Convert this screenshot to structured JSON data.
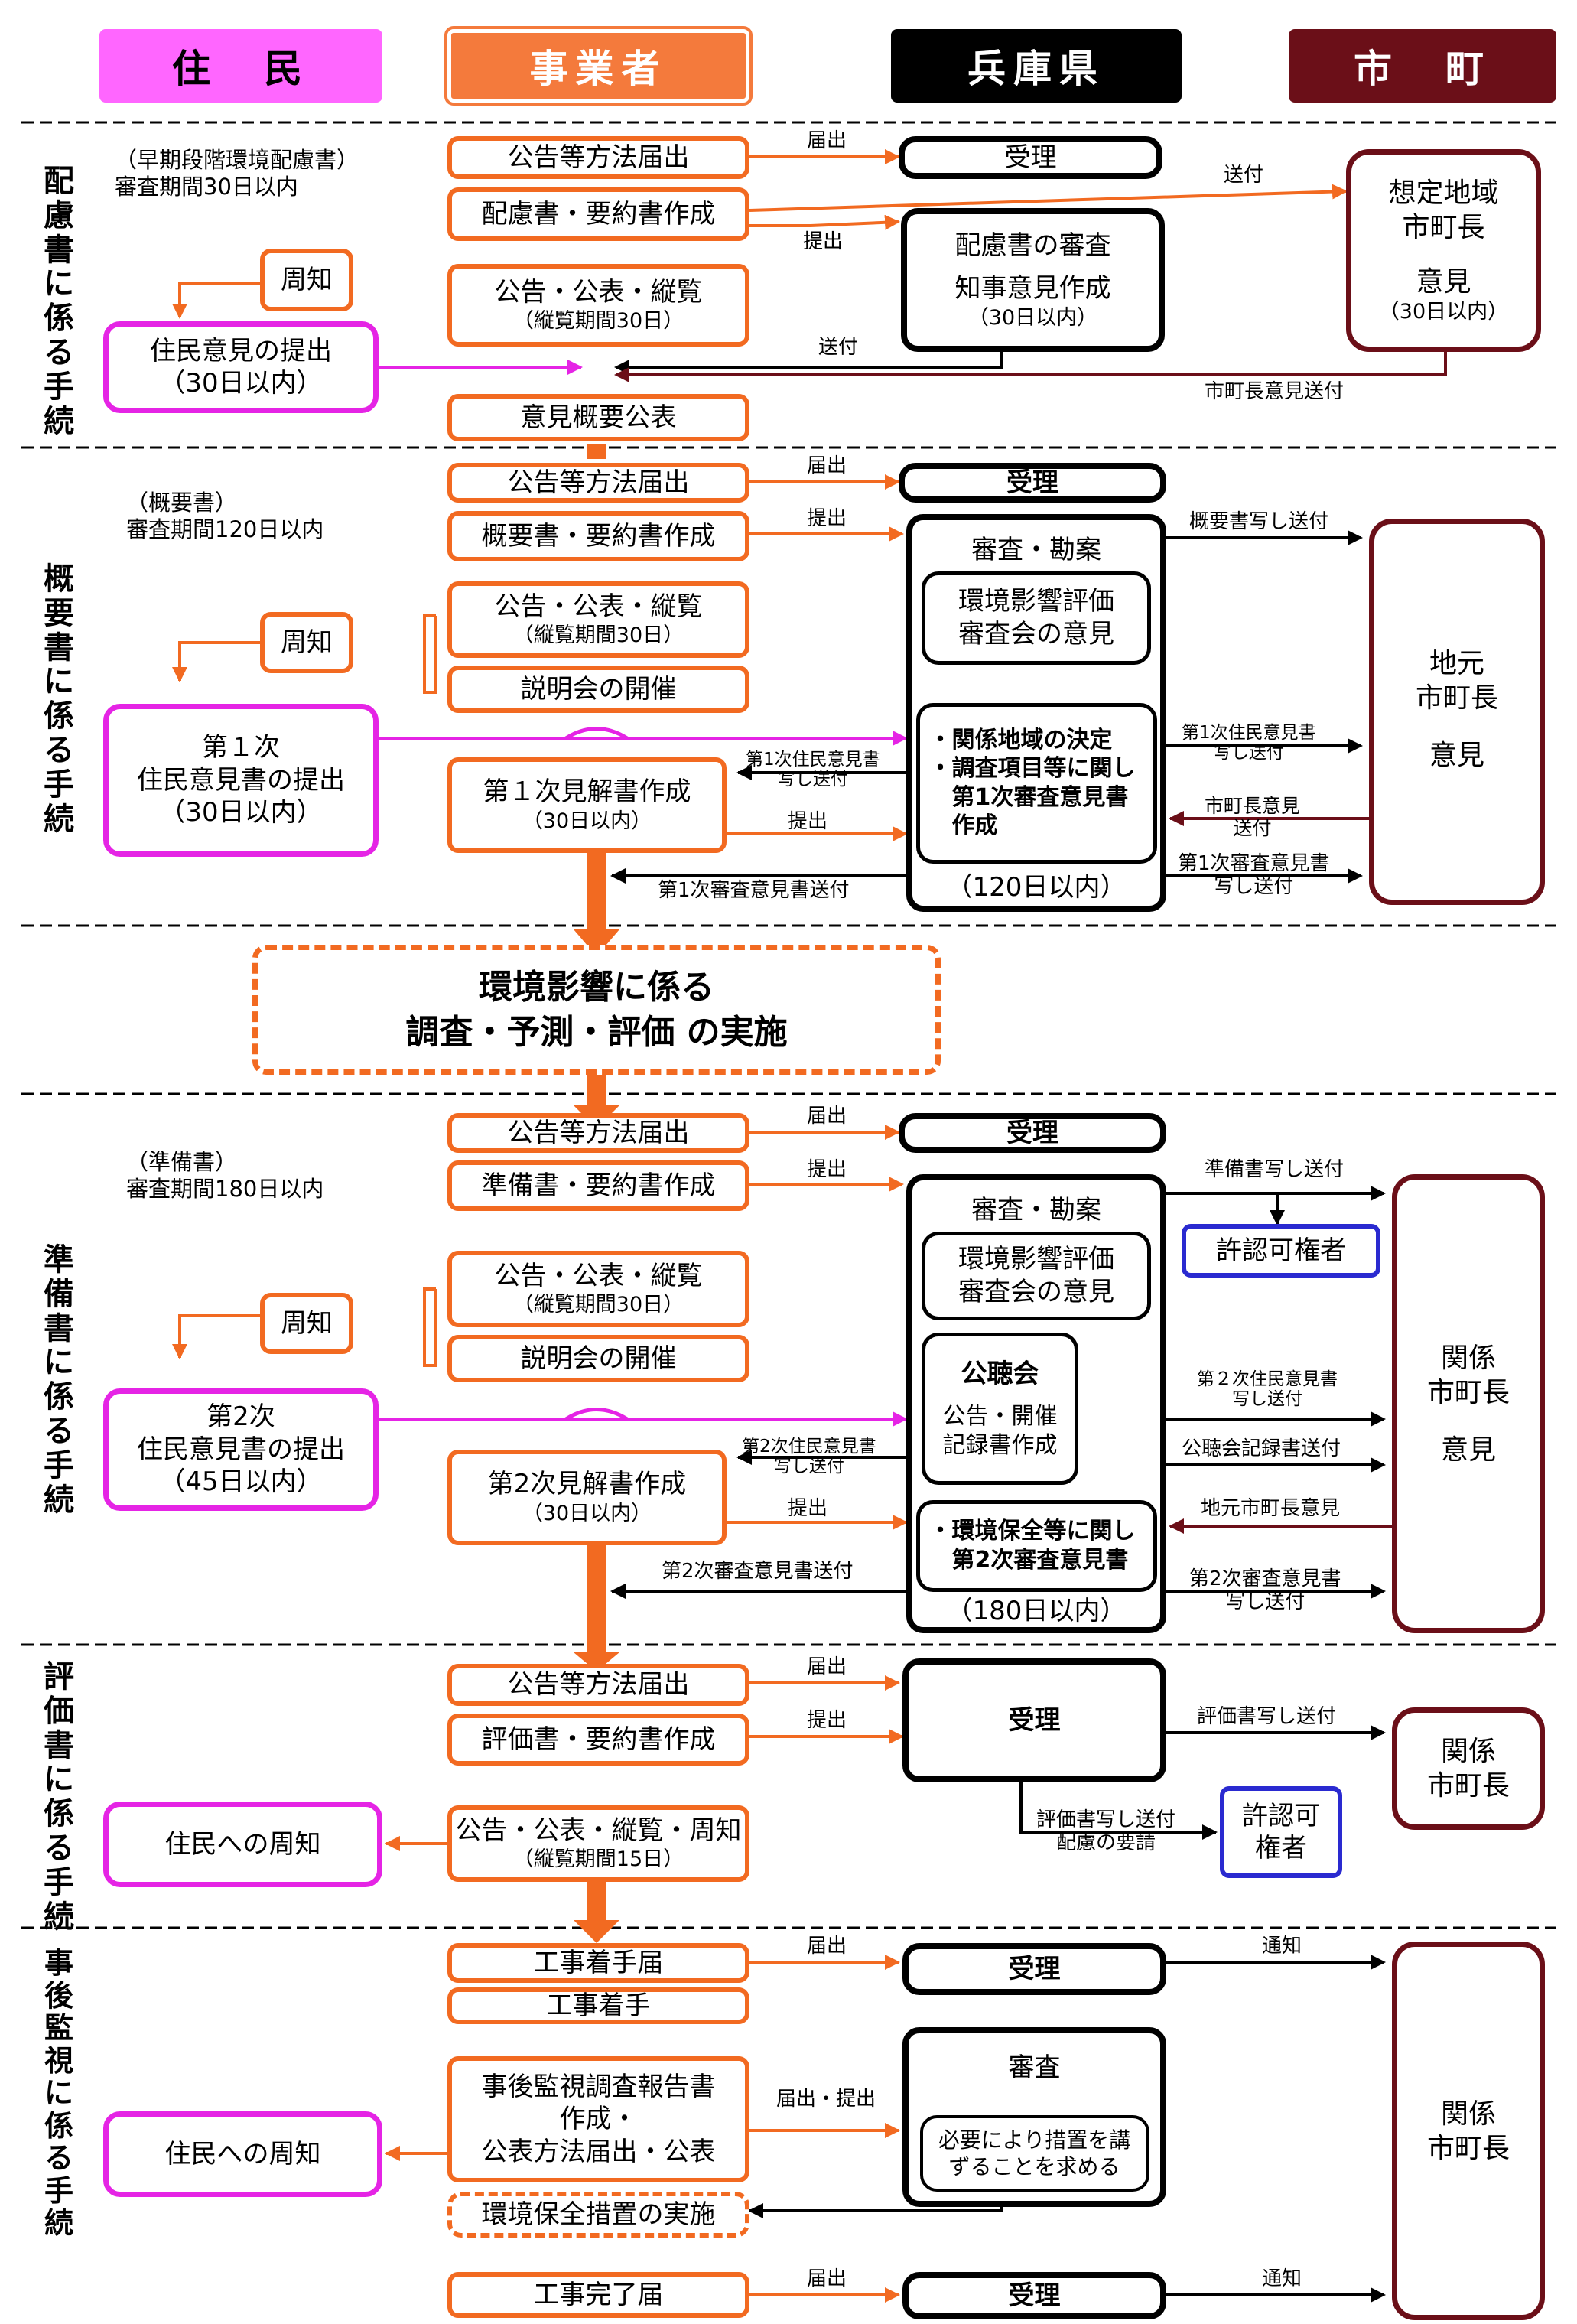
{
  "headers": {
    "residents": "住　民",
    "operator": "事業者",
    "prefecture": "兵庫県",
    "municipality": "市　町"
  },
  "colors": {
    "orange": "#f26a21",
    "magenta": "#e524e5",
    "black": "#000000",
    "maroon": "#6b0f18",
    "blue": "#2a2ad0",
    "header_residents": "#ff66ff",
    "header_operator": "#f47a3c",
    "header_prefecture": "#000000",
    "header_municipality": "#6b0f18"
  },
  "s1": {
    "title": "配慮書に係る手続",
    "note": "（早期段階環境配慮書）\n審査期間30日以内",
    "kokoku": "公告等方法届出",
    "sakusei": "配慮書・要約書作成",
    "juran": "公告・公表・縦覧",
    "juran_sub": "（縦覧期間30日）",
    "shuchi": "周知",
    "jumin": "住民意見の提出",
    "jumin_sub": "（30日以内）",
    "gaiyo": "意見概要公表",
    "juri": "受理",
    "shinsa_line1": "配慮書の審査",
    "shinsa_line2": "知事意見作成",
    "shinsa_sub": "（30日以内）",
    "city_line1": "想定地域\n市町長",
    "city_line2": "意見",
    "city_sub": "（30日以内）",
    "l_todokede": "届出",
    "l_teishutsu": "提出",
    "l_soufu_city": "送付",
    "l_soufu_back": "送付",
    "l_city_back": "市町長意見送付"
  },
  "s2": {
    "title": "概要書に係る手続",
    "note": "（概要書）\n審査期間120日以内",
    "kokoku": "公告等方法届出",
    "sakusei": "概要書・要約書作成",
    "juran": "公告・公表・縦覧",
    "juran_sub": "（縦覧期間30日）",
    "setsumei": "説明会の開催",
    "shuchi": "周知",
    "jumin": "第１次\n住民意見書の提出",
    "jumin_sub": "（30日以内）",
    "kenkai": "第１次見解書作成",
    "kenkai_sub": "（30日以内）",
    "juri": "受理",
    "shinsa": "審査・勘案",
    "shinsakai": "環境影響評価\n審査会の意見",
    "kettei": "・関係地域の決定\n・調査項目等に関し\n　第1次審査意見書\n　作成",
    "period": "（120日以内）",
    "city": "地元\n市町長",
    "city_iken": "意見",
    "l_todokede": "届出",
    "l_teishutsu": "提出",
    "l_gaiyo_copy": "概要書写し送付",
    "l_jumin_copy": "第1次住民意見書\n写し送付",
    "l_to_city": "第1次住民意見書\n写し送付",
    "l_city_iken": "市町長意見\n送付",
    "l_teishutsu2": "提出",
    "l_shinsa_back": "第1次審査意見書送付",
    "l_shinsa_city": "第1次審査意見書\n写し送付"
  },
  "impl": {
    "line1": "環境影響に係る",
    "line2": "調査・予測・評価 の実施"
  },
  "s3": {
    "title": "準備書に係る手続",
    "note": "（準備書）\n審査期間180日以内",
    "kokoku": "公告等方法届出",
    "sakusei": "準備書・要約書作成",
    "juran": "公告・公表・縦覧",
    "juran_sub": "（縦覧期間30日）",
    "setsumei": "説明会の開催",
    "shuchi": "周知",
    "jumin": "第2次\n住民意見書の提出",
    "jumin_sub": "（45日以内）",
    "kenkai": "第2次見解書作成",
    "kenkai_sub": "（30日以内）",
    "juri": "受理",
    "shinsa": "審査・勘案",
    "shinsakai": "環境影響評価\n審査会の意見",
    "kochokai_title": "公聴会",
    "kochokai_body": "公告・開催\n記録書作成",
    "hozen": "・環境保全等に関し\n　第2次審査意見書",
    "period": "（180日以内）",
    "kyoninka": "許認可権者",
    "city": "関係\n市町長",
    "city_iken": "意見",
    "l_todokede": "届出",
    "l_teishutsu": "提出",
    "l_junbi_copy": "準備書写し送付",
    "l_to_city": "第２次住民意見書\n写し送付",
    "l_kochokai": "公聴会記録書送付",
    "l_jimoto": "地元市町長意見",
    "l_jumin_copy": "第2次住民意見書\n写し送付",
    "l_teishutsu2": "提出",
    "l_shinsa_back": "第2次審査意見書送付",
    "l_shinsa_city": "第2次審査意見書\n写し送付"
  },
  "s4": {
    "title": "評価書に係る手続",
    "kokoku": "公告等方法届出",
    "sakusei": "評価書・要約書作成",
    "juran": "公告・公表・縦覧・周知",
    "juran_sub": "（縦覧期間15日）",
    "jumin": "住民への周知",
    "juri": "受理",
    "kyoninka": "許認可\n権者",
    "city": "関係\n市町長",
    "l_todokede": "届出",
    "l_teishutsu": "提出",
    "l_city_copy": "評価書写し送付",
    "l_kyoninka": "評価書写し送付\n配慮の要請"
  },
  "s5": {
    "title": "事後監視に係る手続",
    "chakushu_todoke": "工事着手届",
    "chakushu": "工事着手",
    "report": "事後監視調査報告書\n作成・\n公表方法届出・公表",
    "hozen": "環境保全措置の実施",
    "kanryo": "工事完了届",
    "jumin": "住民への周知",
    "juri1": "受理",
    "shinsa": "審査",
    "sochi": "必要により措置を講\nずることを求める",
    "juri2": "受理",
    "city": "関係\n市町長",
    "l_todokede": "届出",
    "l_tsuchi": "通知",
    "l_todoke_teishutsu": "届出・提出",
    "l_todokede2": "届出",
    "l_tsuchi2": "通知"
  }
}
